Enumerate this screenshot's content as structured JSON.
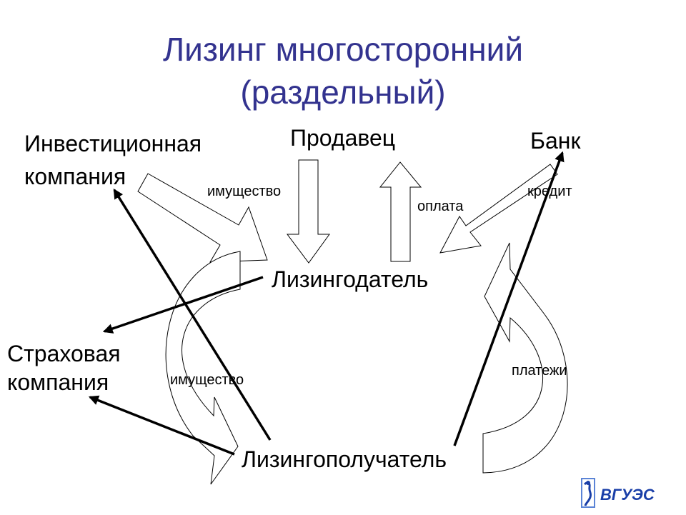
{
  "slide": {
    "title_line1": "Лизинг многосторонний",
    "title_line2": "(раздельный)"
  },
  "nodes": {
    "investment_company": [
      "Инвестиционная",
      "компания"
    ],
    "seller": "Продавец",
    "bank": "Банк",
    "lessor": "Лизингодатель",
    "insurance_company": [
      "Страховая",
      "компания"
    ],
    "lessee": "Лизингополучатель"
  },
  "flows": {
    "property_top": "имущество",
    "payment": "оплата",
    "credit": "кредит",
    "property_bottom": "имущество",
    "payments": "платежи"
  },
  "logo": {
    "text": "ВГУЭС",
    "colors": {
      "primary": "#1a3fa8",
      "secondary": "#5b84d6"
    }
  }
}
